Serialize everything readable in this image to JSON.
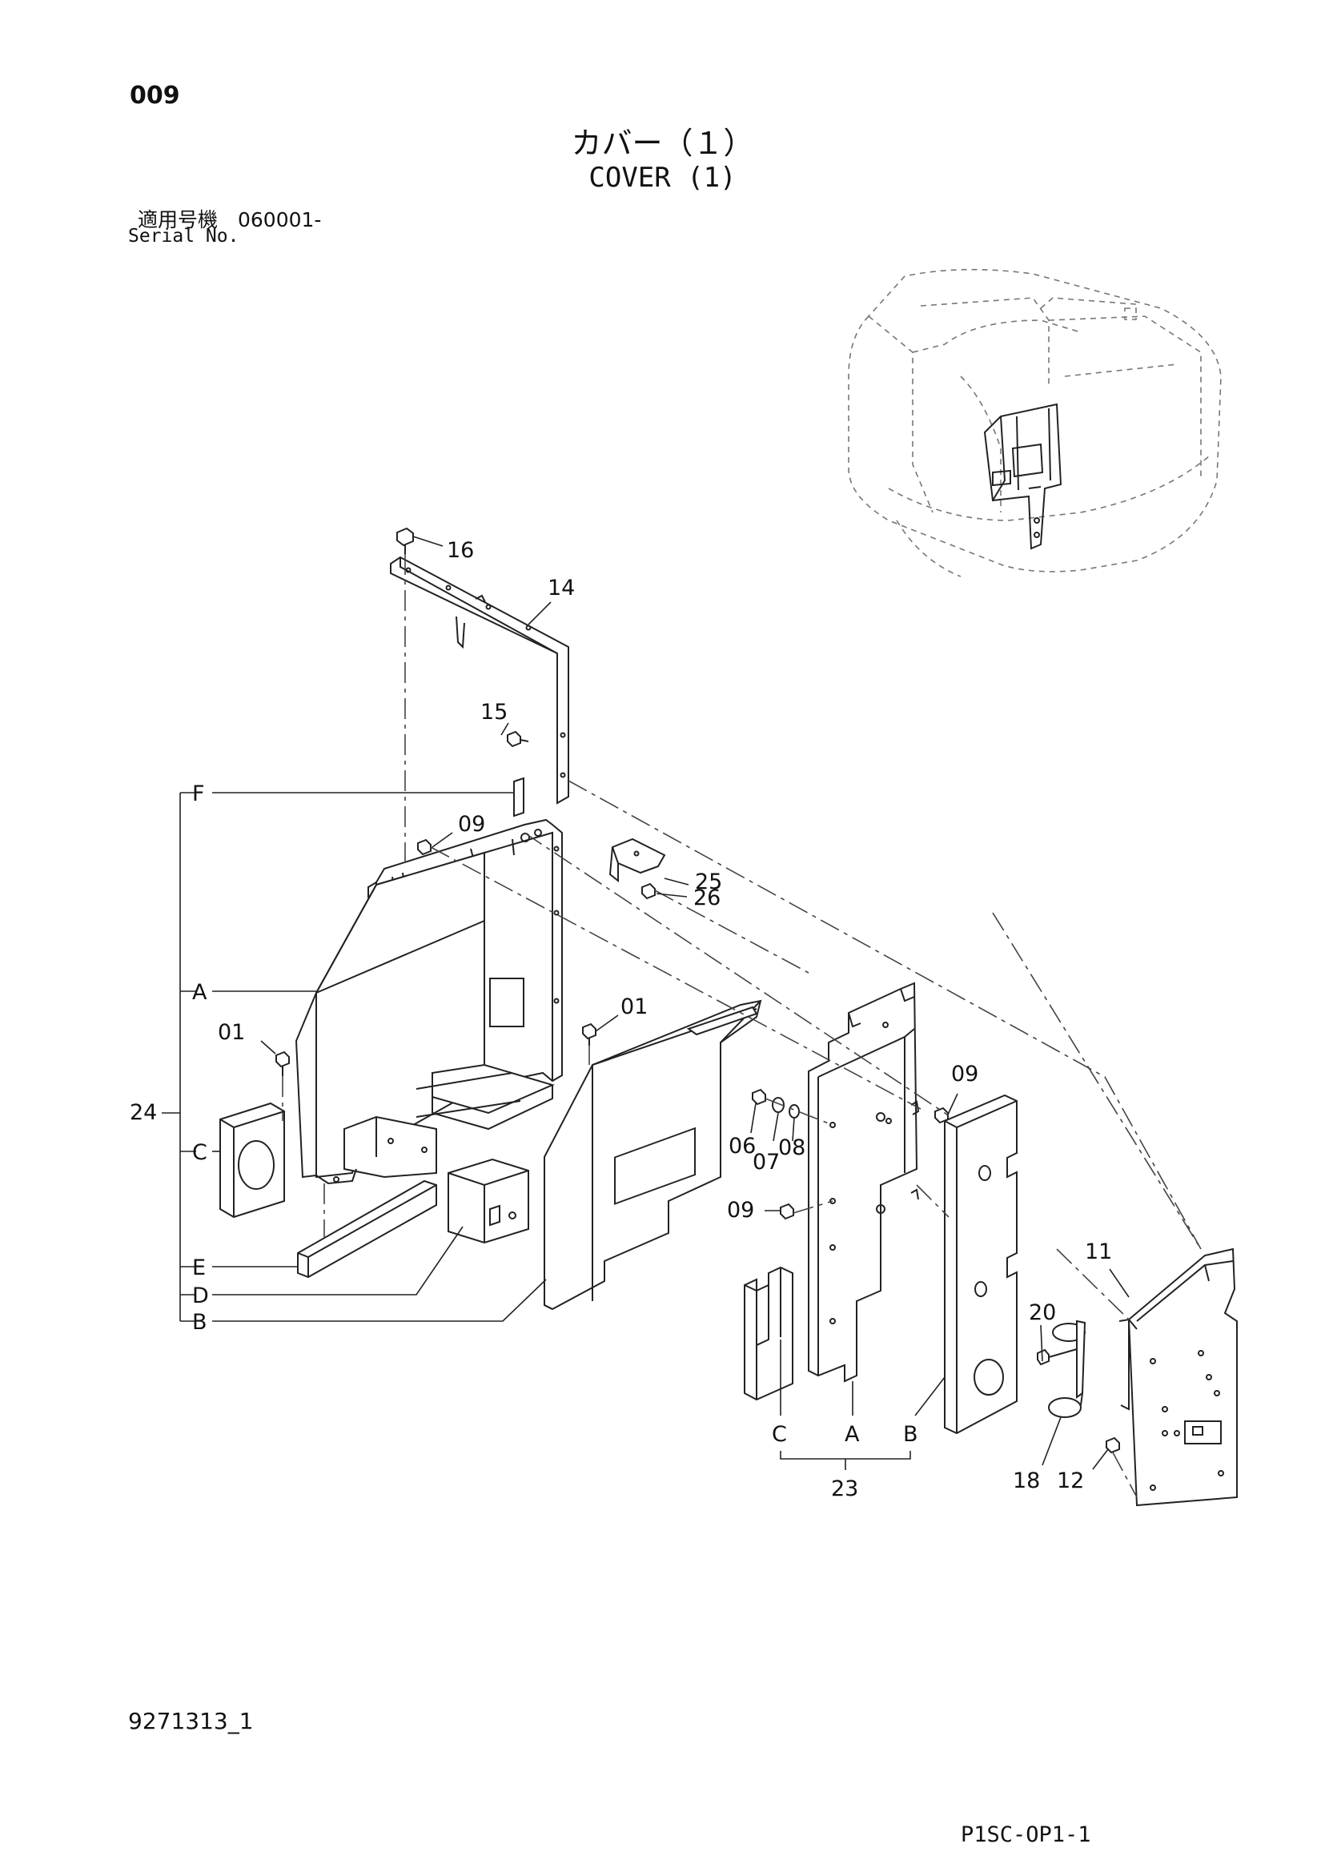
{
  "header": {
    "page_number": "009",
    "title_jp": "カバー（１）",
    "title_en": "COVER (1)",
    "serial_label_jp": "適用号機　060001-",
    "serial_label_en": "Serial No."
  },
  "footer": {
    "document_code": "9271313_1",
    "sheet_code": "P1SC-OP1-1"
  },
  "callouts": {
    "p16": "16",
    "p14": "14",
    "p15": "15",
    "p09_top": "09",
    "p25": "25",
    "p26": "26",
    "p01_center": "01",
    "p01_left": "01",
    "p09_right": "09",
    "p06": "06",
    "p07": "07",
    "p08": "08",
    "p09_mid": "09",
    "p11": "11",
    "p20": "20",
    "p18": "18",
    "p12": "12",
    "p24": "24",
    "p23": "23"
  },
  "assembly_24": {
    "F": "F",
    "A": "A",
    "C": "C",
    "E": "E",
    "D": "D",
    "B": "B"
  },
  "assembly_23": {
    "C": "C",
    "A": "A",
    "B": "B"
  }
}
